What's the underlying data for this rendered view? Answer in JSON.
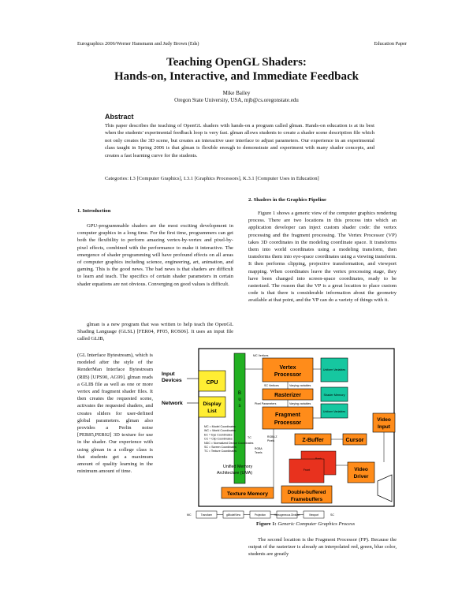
{
  "header": {
    "left": "Eurographics 2006/Werner Hansmann and Judy Brown (Eds)",
    "right": "Education Paper"
  },
  "title": {
    "line1": "Teaching OpenGL Shaders:",
    "line2": "Hands-on, Interactive, and Immediate Feedback"
  },
  "author": {
    "name": "Mike Bailey",
    "affiliation": "Oregon State University, USA, mjb@cs.oregonstate.edu"
  },
  "abstract": {
    "heading": "Abstract",
    "text": "This paper describes the teaching of OpenGL shaders with hands-on a program called glman. Hands-on education is at its best when the students' experimental feedback loop is very fast. glman allows students to create a shader scene description file which not only creates the 3D scene, but creates an interactive user interface to adjust parameters. Our experience in an experimental class taught in Spring 2006 is that glman is flexible enough to demonstrate and experiment with many shader concepts, and creates a fast learning curve for the students.",
    "categories": "Categories: I.3 [Computer Graphics], I.3.1 [Graphics Processors], K.3.1 [Computer Uses in Education]"
  },
  "section1": {
    "heading": "1. Introduction",
    "p1": "GPU-programmable shaders are the most exciting development in computer graphics in a long time. For the first time, programmers can get both the flexibility to perform amazing vertex-by-vertex and pixel-by-pixel effects, combined with the performance to make it interactive. The emergence of shader programming will have profound effects on all areas of computer graphics including science, engineering, art, animation, and gaming. This is the good news. The bad news is that shaders are difficult to learn and teach. The specifics of certain shader parameters in certain shader equations are not obvious. Converging on good values is difficult.",
    "p2": "glman is a new program that was written to help teach the OpenGL Shading Language (GLSL) [FER04, PF05, ROS06]. It uses an input file called GLIB, (GL Interface Bytestream), which is modeled after the style of the RenderMan Interface Bytestream (RIB) [UPS90, AG99]. glman reads a GLIB file as well as one or more vertex and fragment shader files. It then creates the requested scene, activates the requested shaders, and creates sliders for user-defined global parameters. glman also provides a Perlin noise [PER85,PER02] 3D texture for use in the shader. Our experience with using glman in a college class is that students get a maximum amount of quality learning in the minimum amount of time."
  },
  "section2": {
    "heading": "2. Shaders in the Graphics Pipeline",
    "p1": "Figure 1 shows a generic view of the computer graphics rendering process. There are two locations in this process into which an application developer can inject custom shader code: the vertex processing and the fragment processing. The Vertex Processor (VP) takes 3D coordinates in the modeling coordinate space. It transforms them into world coordinates using a modeling transform, then transforms them into eye-space coordinates using a viewing transform. It then performs clipping, projective transformation, and viewport mapping. When coordinates leave the vertex processing stage, they have been changed into screen-space coordinates, ready to be rasterized. The reason that the VP is a great location to place custom code is that there is considerable information about the geometry available at that point, and the VP can do a variety of things with it.",
    "p2": "The second location is the Fragment Processor (FP). Because the output of the rasterizer is already an interpolated red, green, blue color, students are greatly"
  },
  "figure": {
    "caption_label": "Figure 1:",
    "caption_text": "Generic Computer Graphics Process",
    "boxes": {
      "input_devices": "Input Devices",
      "network": "Network",
      "cpu": "CPU",
      "display_list": "Display List",
      "bus": "B u s",
      "vertex_processor": "Vertex Processor",
      "rasterizer": "Rasterizer",
      "fragment_processor": "Fragment Processor",
      "z_buffer": "Z-Buffer",
      "cursor": "Cursor",
      "video_input": "Video Input",
      "video_driver": "Video Driver",
      "texture_memory": "Texture Memory",
      "framebuffers": "Double-buffered Framebuffers",
      "uma": "Unified Memory Architecture (UMA)",
      "uniform_vars": "Uniform Variables",
      "shader_memory": "Shader Memory",
      "mc_vertices": "MC Vertices",
      "sc_vertices": "SC Vertices",
      "varying_vars": "Varying variables",
      "pixel_params": "Pixel Parameters",
      "rgba_pixels": "RGBA Z Pixels",
      "rgba_texels": "RGBA Texels",
      "tc": "TC",
      "back": "Back",
      "front": "Front"
    },
    "legend": [
      "MC = Model Coordinates",
      "WC = World Coordinates",
      "EC = Eye Coordinates",
      "CC = Clip Coordinates",
      "NDC = Normalized Device Coordinates",
      "SC = Screen Coordinates",
      "TC = Texture Coordinates"
    ],
    "pipeline": [
      "MC",
      "Transform",
      "glModelView",
      "Projection",
      "Homogeneous Division",
      "Viewport",
      "SC"
    ]
  }
}
